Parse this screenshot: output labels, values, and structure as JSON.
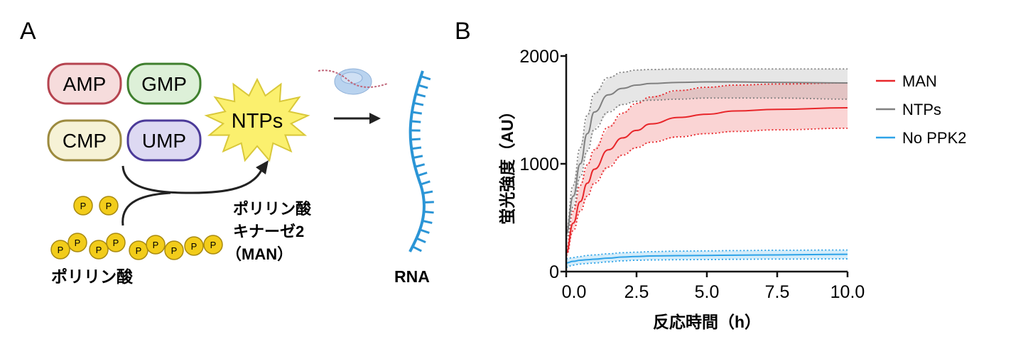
{
  "panel_a": {
    "label": "A",
    "nucleotides": [
      {
        "text": "AMP",
        "fill": "#f6dcdc",
        "stroke": "#b5434f"
      },
      {
        "text": "GMP",
        "fill": "#ddf0d8",
        "stroke": "#3f7f2e"
      },
      {
        "text": "CMP",
        "fill": "#f6f2d6",
        "stroke": "#9c8a3e"
      },
      {
        "text": "UMP",
        "fill": "#ddd9f2",
        "stroke": "#4b3a99"
      }
    ],
    "ntps_label": "NTPs",
    "phosphate_symbol": "P",
    "polyphosphate_label": "ポリリン酸",
    "enzyme_label_lines": [
      "ポリリン酸",
      "キナーゼ2",
      "（MAN）"
    ],
    "rna_label": "RNA",
    "colors": {
      "phosphate": "#f2cc1a",
      "ntps_star": "#fbf06e",
      "rna": "#2b95d6"
    }
  },
  "panel_b": {
    "label": "B"
  },
  "chart_data": {
    "type": "line",
    "title": "",
    "xlabel": "反応時間（h）",
    "ylabel": "蛍光強度（AU）",
    "xlim": [
      0,
      10
    ],
    "ylim": [
      0,
      2000
    ],
    "xticks": [
      "0.0",
      "2.5",
      "5.0",
      "7.5",
      "10.0"
    ],
    "xtick_values": [
      0,
      2.5,
      5,
      7.5,
      10
    ],
    "yticks": [
      "0",
      "1000",
      "2000"
    ],
    "ytick_values": [
      0,
      1000,
      2000
    ],
    "grid": false,
    "legend_position": "right",
    "x": [
      0,
      0.25,
      0.5,
      0.75,
      1,
      1.5,
      2,
      2.5,
      3,
      4,
      5,
      6,
      7.5,
      10
    ],
    "series": [
      {
        "name": "MAN",
        "color": "#e8262a",
        "values": [
          170,
          450,
          650,
          820,
          950,
          1130,
          1240,
          1310,
          1370,
          1430,
          1460,
          1490,
          1505,
          1520
        ],
        "band_upper": [
          200,
          560,
          800,
          990,
          1130,
          1340,
          1470,
          1560,
          1620,
          1680,
          1710,
          1730,
          1740,
          1750
        ],
        "band_lower": [
          150,
          380,
          560,
          700,
          820,
          970,
          1080,
          1150,
          1200,
          1250,
          1280,
          1300,
          1315,
          1330
        ]
      },
      {
        "name": "NTPs",
        "color": "#808080",
        "values": [
          350,
          700,
          1000,
          1280,
          1480,
          1640,
          1700,
          1730,
          1745,
          1755,
          1760,
          1760,
          1755,
          1750
        ],
        "band_upper": [
          380,
          800,
          1150,
          1450,
          1650,
          1800,
          1850,
          1870,
          1875,
          1880,
          1880,
          1880,
          1880,
          1880
        ],
        "band_lower": [
          300,
          600,
          880,
          1120,
          1320,
          1480,
          1550,
          1580,
          1590,
          1600,
          1610,
          1610,
          1610,
          1600
        ]
      },
      {
        "name": "No PPK2",
        "color": "#2ea3e8",
        "values": [
          80,
          95,
          105,
          110,
          115,
          125,
          135,
          140,
          145,
          148,
          150,
          152,
          155,
          160
        ],
        "band_upper": [
          120,
          130,
          140,
          150,
          155,
          165,
          175,
          180,
          185,
          190,
          192,
          195,
          198,
          200
        ],
        "band_lower": [
          40,
          60,
          70,
          75,
          80,
          90,
          100,
          105,
          108,
          110,
          112,
          114,
          116,
          118
        ]
      }
    ]
  }
}
